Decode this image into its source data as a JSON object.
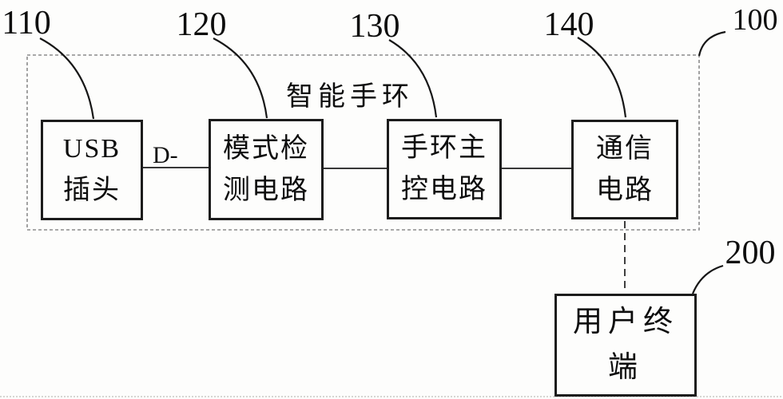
{
  "diagram": {
    "enclosure": {
      "label": "智能手环",
      "ref": "100"
    },
    "refs": {
      "r110": "110",
      "r120": "120",
      "r130": "130",
      "r140": "140",
      "r100": "100",
      "r200": "200"
    },
    "blocks": [
      {
        "id": "usb-plug",
        "ref": "110",
        "line1": "USB",
        "line2": "插头"
      },
      {
        "id": "mode-detect",
        "ref": "120",
        "line1": "模式检",
        "line2": "测电路"
      },
      {
        "id": "main-control",
        "ref": "130",
        "line1": "手环主",
        "line2": "控电路"
      },
      {
        "id": "comm-circuit",
        "ref": "140",
        "line1": "通信",
        "line2": "电路"
      },
      {
        "id": "user-terminal",
        "ref": "200",
        "line1": "用户终",
        "line2": "端"
      }
    ],
    "wire_labels": {
      "usb_to_mode": "D-"
    },
    "colors": {
      "line": "#1c1c1c",
      "dashed_enclosure": "#8c8c8c",
      "text": "#0d0d0d"
    }
  }
}
